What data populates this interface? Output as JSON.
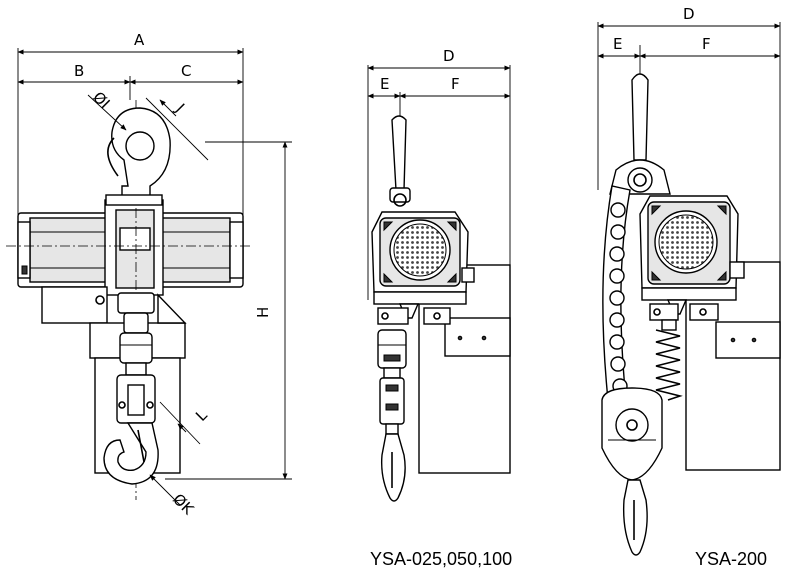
{
  "dimension_labels": {
    "A": "A",
    "B": "B",
    "C": "C",
    "phi_I": "ØI",
    "J": "J",
    "H": "H",
    "L": "L",
    "phi_K": "ØK",
    "D_small": "D",
    "E_small": "E",
    "F_small": "F",
    "D_large": "D",
    "E_large": "E",
    "F_large": "F"
  },
  "captions": {
    "small_models": "YSA-025,050,100",
    "large_model": "YSA-200"
  }
}
